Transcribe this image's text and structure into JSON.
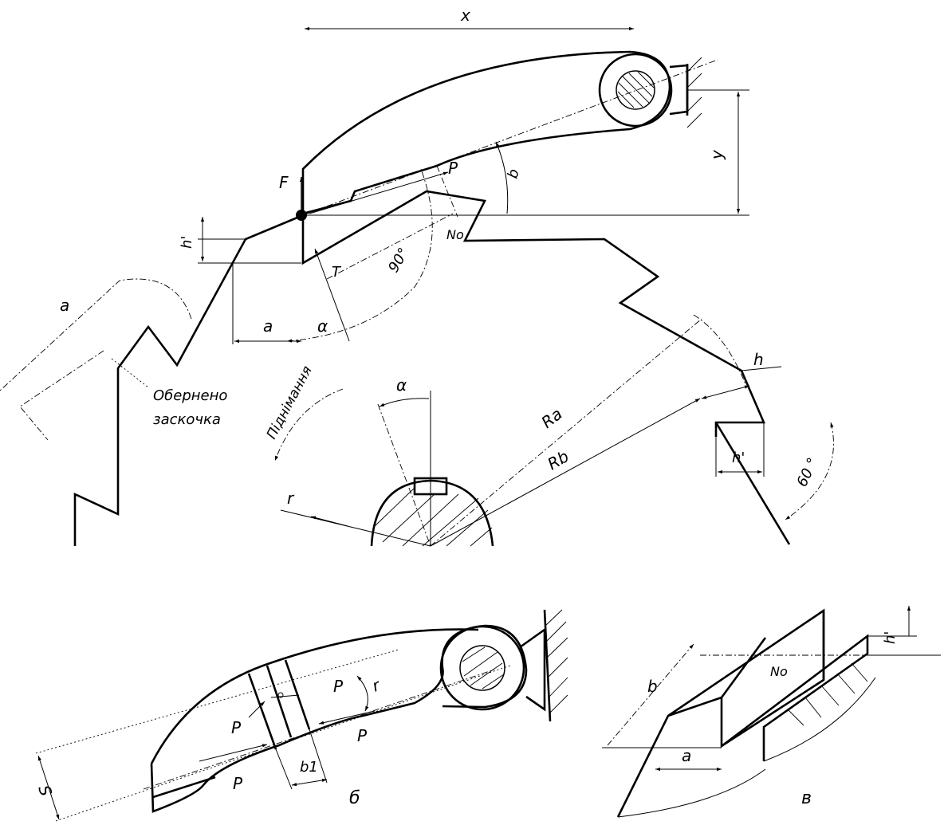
{
  "labels": {
    "x": "x",
    "y": "y",
    "F": "F",
    "P_top": "P",
    "b_angle": "b",
    "No_top": "No",
    "h_prime_left": "h'",
    "T": "T",
    "ninety": "90°",
    "a_left": "a",
    "a_mid": "a",
    "alpha_lower": "α",
    "alpha_center": "α",
    "obernena_1": "Обернено",
    "obernena_2": "заскочка",
    "pidnimannya": "Піднімання",
    "Ra": "Ra",
    "Rb": "Rb",
    "r": "r",
    "h": "h",
    "h_prime_right": "h'",
    "sixty": "60 °",
    "P_b1": "P",
    "P_b2": "P",
    "P_b3": "P",
    "P_b4": "P",
    "r_b": "r",
    "S": "S",
    "b1": "b1",
    "caption_b": "б",
    "b_c": "b",
    "No_c": "No",
    "h_prime_c": "h'",
    "a_c": "a",
    "caption_c": "в"
  }
}
